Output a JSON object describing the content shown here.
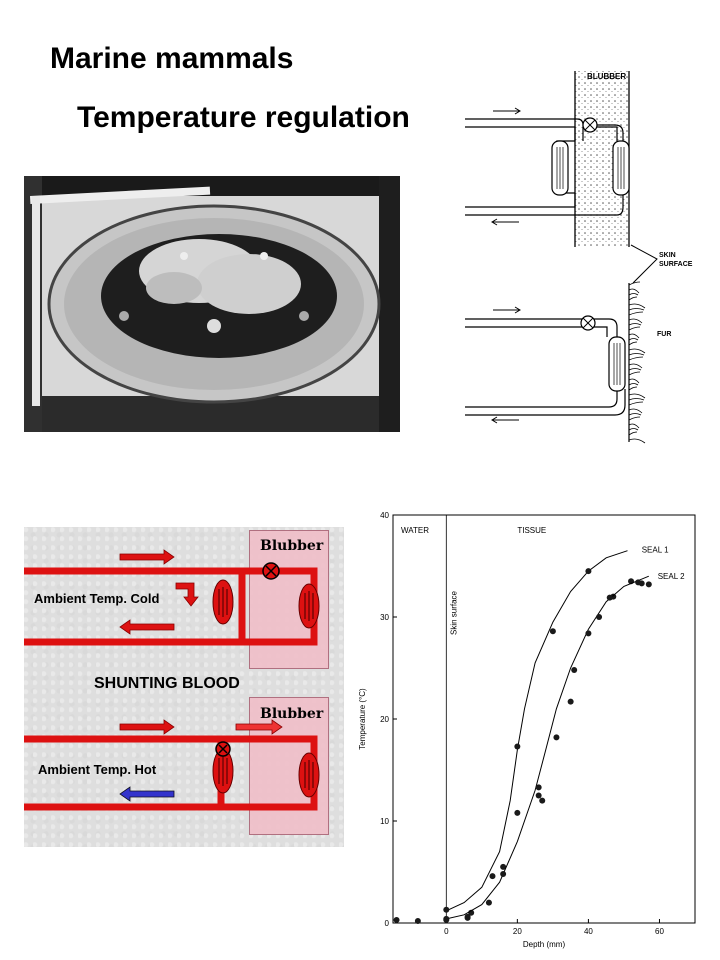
{
  "slide": {
    "title": "Marine mammals",
    "subtitle": "Temperature regulation"
  },
  "top_diagram": {
    "blubber_label": "BLUBBER",
    "skin_surface_label_1": "SKIN",
    "skin_surface_label_2": "SURFACE",
    "fur_label": "FUR"
  },
  "shunt_diagram": {
    "title": "SHUNTING BLOOD",
    "blubber_top": "Blubber",
    "blubber_bottom": "Blubber",
    "ambient_cold": "Ambient Temp. Cold",
    "ambient_hot": "Ambient Temp. Hot",
    "colors": {
      "vessel": "#dd1111",
      "cold_arrow": "#3333cc",
      "blubber": "#f0bec8"
    }
  },
  "chart_data": {
    "type": "scatter",
    "xlabel": "Depth (mm)",
    "ylabel": "Temperature (°C)",
    "xlim": [
      -15,
      70
    ],
    "ylim": [
      0,
      40
    ],
    "xticks": [
      0,
      20,
      40,
      60
    ],
    "yticks": [
      0,
      10,
      20,
      30,
      40
    ],
    "region_labels": {
      "water": "WATER",
      "tissue": "TISSUE",
      "skin": "Skin surface"
    },
    "grid": false,
    "series": [
      {
        "name": "SEAL 1",
        "points": [
          [
            -14,
            0.3
          ],
          [
            -8,
            0.2
          ],
          [
            0,
            1.3
          ],
          [
            0,
            0.4
          ],
          [
            6,
            0.6
          ],
          [
            7,
            1.0
          ],
          [
            13,
            4.6
          ],
          [
            16,
            5.5
          ],
          [
            20,
            10.8
          ],
          [
            27,
            12.0
          ],
          [
            30,
            28.6
          ],
          [
            40,
            34.5
          ],
          [
            47,
            32.0
          ],
          [
            52,
            33.5
          ]
        ],
        "curve": [
          [
            0,
            1.2
          ],
          [
            5,
            2.0
          ],
          [
            10,
            3.5
          ],
          [
            15,
            7
          ],
          [
            18,
            12
          ],
          [
            20,
            17
          ],
          [
            22,
            21
          ],
          [
            25,
            25.5
          ],
          [
            30,
            29.5
          ],
          [
            35,
            32.5
          ],
          [
            40,
            34.5
          ],
          [
            45,
            35.8
          ],
          [
            51,
            36.5
          ]
        ]
      },
      {
        "name": "SEAL 2",
        "points": [
          [
            0,
            0.3
          ],
          [
            6,
            0.5
          ],
          [
            12,
            2.0
          ],
          [
            16,
            4.8
          ],
          [
            20,
            17.3
          ],
          [
            26,
            13.3
          ],
          [
            26,
            12.5
          ],
          [
            31,
            18.2
          ],
          [
            35,
            21.7
          ],
          [
            36,
            24.8
          ],
          [
            40,
            28.4
          ],
          [
            43,
            30.0
          ],
          [
            46,
            31.9
          ],
          [
            54,
            33.4
          ],
          [
            55,
            33.3
          ],
          [
            57,
            33.2
          ]
        ],
        "curve": [
          [
            0,
            0.4
          ],
          [
            5,
            0.8
          ],
          [
            10,
            1.8
          ],
          [
            15,
            4
          ],
          [
            20,
            8
          ],
          [
            25,
            13
          ],
          [
            28,
            17
          ],
          [
            31,
            21
          ],
          [
            35,
            25
          ],
          [
            40,
            28.8
          ],
          [
            45,
            31.5
          ],
          [
            50,
            33
          ],
          [
            57,
            34
          ]
        ]
      }
    ]
  }
}
